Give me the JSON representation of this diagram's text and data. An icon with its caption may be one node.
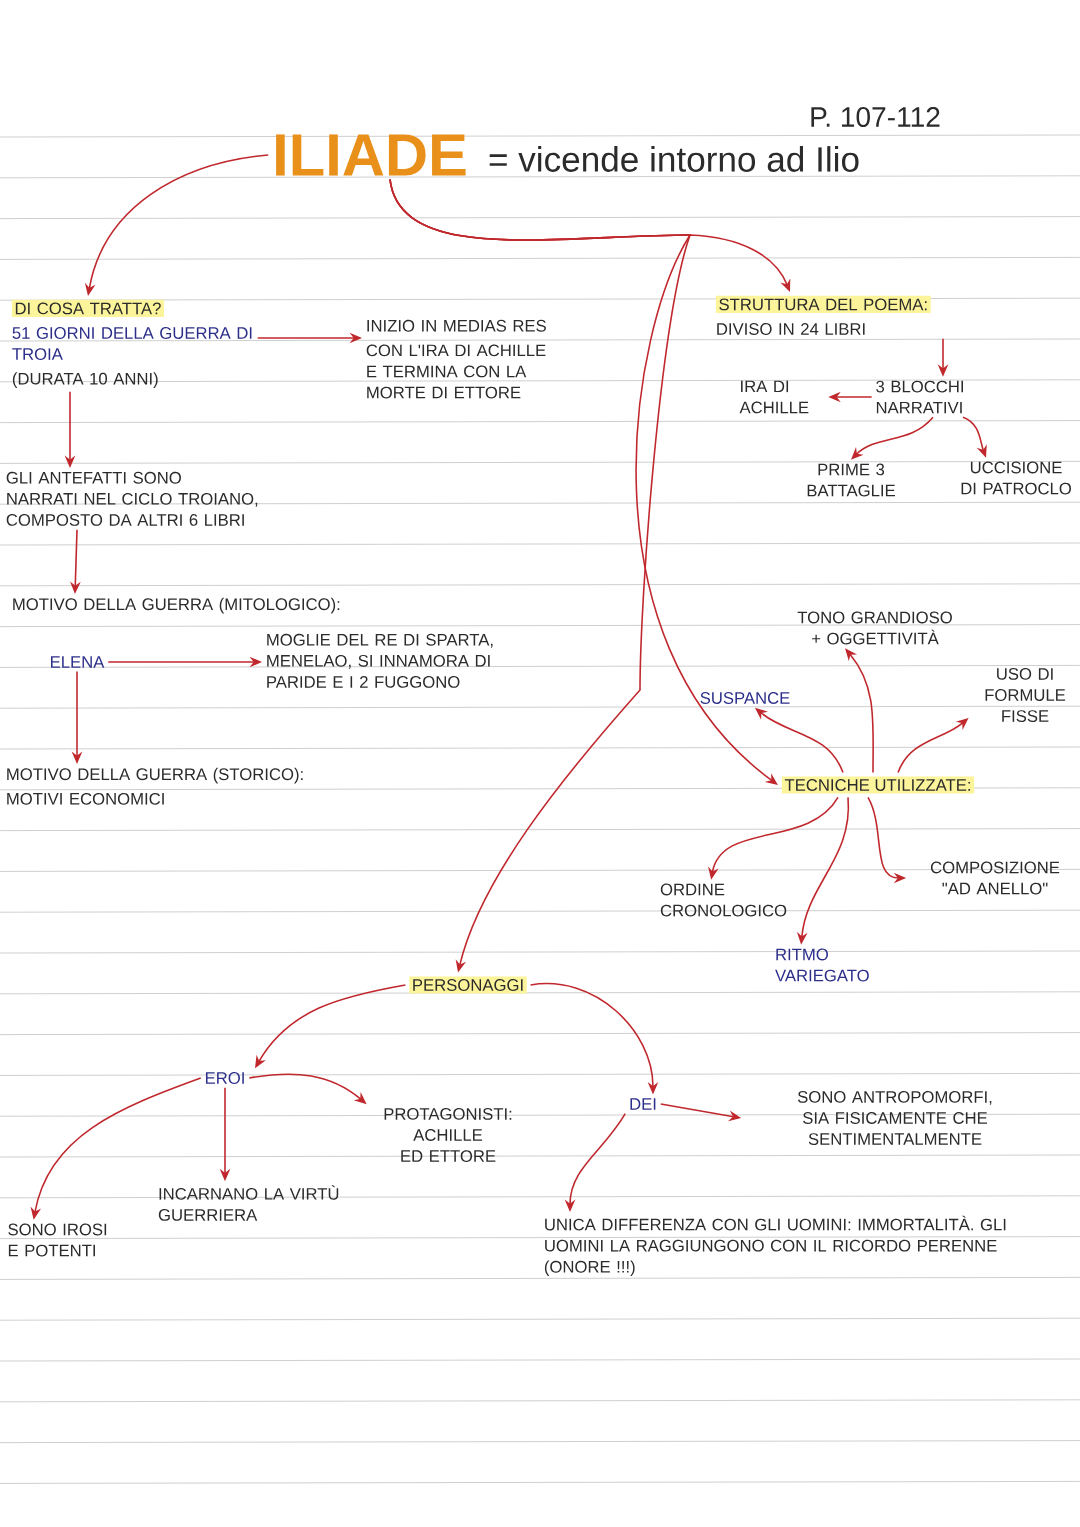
{
  "diagram": {
    "nodes": [
      {
        "text": [
          "ILIADE"
        ],
        "beside": [
          "= vicende intorno ad Ilio"
        ]
      },
      {
        "text": [
          "DI COSA TRATTA?",
          "51 GIORNI DELLA GUERRA DI TROIA",
          "(DURATA 10 ANNI)"
        ]
      },
      {
        "text": [
          "INIZIO IN MEDIAS RES",
          "CON L'IRA DI ACHILLE E TERMINA CON LA MORTE DI ETTORE"
        ]
      },
      {
        "text": [
          "GLI ANTEFATTI SONO NARRATI NEL CICLO TROIANO, COMPOSTO DA ALTRI 6 LIBRI"
        ]
      },
      {
        "text": [
          "MOTIVO DELLA GUERRA (MITOLOGICO):"
        ]
      },
      {
        "text": [
          "ELENA"
        ]
      },
      {
        "text": [
          "MOGLIE DEL RE DI SPARTA, MENELAO, SI INNAMORA DI PARIDE E I 2 FUGGONO"
        ]
      },
      {
        "text": [
          "MOTIVO DELLA GUERRA (STORICO):",
          "MOTIVI ECONOMICI"
        ]
      },
      {
        "text": [
          "STRUTTURA DEL POEMA:",
          "DIVISO IN 24 LIBRI"
        ]
      },
      {
        "text": [
          "3 BLOCCHI NARRATIVI"
        ]
      },
      {
        "text": [
          "IRA DI ACHILLE"
        ]
      },
      {
        "text": [
          "PRIME 3 BATTAGLIE"
        ]
      },
      {
        "text": [
          "UCCISIONE DI PATROCLO"
        ]
      },
      {
        "text": [
          "TECNICHE UTILIZZATE:"
        ]
      },
      {
        "text": [
          "TONO GRANDIOSO + OGGETTIVITÀ"
        ]
      },
      {
        "text": [
          "SUSPANCE"
        ]
      },
      {
        "text": [
          "USO DI FORMULE FISSE"
        ]
      },
      {
        "text": [
          "ORDINE CRONOLOGICO"
        ]
      },
      {
        "text": [
          "RITMO VARIEGATO"
        ]
      },
      {
        "text": [
          "COMPOSIZIONE \"AD ANELLO\""
        ]
      },
      {
        "text": [
          "PERSONAGGI"
        ]
      },
      {
        "text": [
          "EROI"
        ]
      },
      {
        "text": [
          "PROTAGONISTI: ACHILLE ED ETTORE"
        ]
      },
      {
        "text": [
          "SONO IROSI E POTENTI"
        ]
      },
      {
        "text": [
          "INCARNANO LA VIRTÙ GUERRIERA"
        ]
      },
      {
        "text": [
          "DEI"
        ]
      },
      {
        "text": [
          "SONO ANTROPOMORFI, SIA FISICAMENTE CHE SENTIMENTALMENTE"
        ]
      },
      {
        "text": [
          "UNICA DIFFERENZA CON GLI UOMINI: IMMORTALITÀ. GLI UOMINI LA RAGGIUNGONO CON IL RICORDO PERENNE (ONORE !!!)"
        ]
      }
    ],
    "edges": [
      {
        "from": 0,
        "to": 1,
        "arrow": "to"
      },
      {
        "from": 0,
        "to": 8,
        "arrow": "to"
      },
      {
        "from": 0,
        "to": 13,
        "arrow": "to"
      },
      {
        "from": 0,
        "to": 20,
        "arrow": "to"
      },
      {
        "from": 1,
        "to": 2,
        "arrow": "to"
      },
      {
        "from": 1,
        "to": 3,
        "arrow": "to"
      },
      {
        "from": 3,
        "to": 4,
        "arrow": "to"
      },
      {
        "from": 5,
        "to": 6,
        "arrow": "to"
      },
      {
        "from": 5,
        "to": 7,
        "arrow": "to"
      },
      {
        "from": 8,
        "to": 9,
        "arrow": "to"
      },
      {
        "from": 9,
        "to": 10,
        "arrow": "to"
      },
      {
        "from": 9,
        "to": 11,
        "arrow": "to"
      },
      {
        "from": 9,
        "to": 12,
        "arrow": "to"
      },
      {
        "from": 13,
        "to": 14,
        "arrow": "to"
      },
      {
        "from": 13,
        "to": 15,
        "arrow": "to"
      },
      {
        "from": 13,
        "to": 16,
        "arrow": "to"
      },
      {
        "from": 13,
        "to": 17,
        "arrow": "to"
      },
      {
        "from": 13,
        "to": 18,
        "arrow": "to"
      },
      {
        "from": 13,
        "to": 19,
        "arrow": "to"
      },
      {
        "from": 20,
        "to": 21,
        "arrow": "to"
      },
      {
        "from": 20,
        "to": 25,
        "arrow": "to"
      },
      {
        "from": 21,
        "to": 22,
        "arrow": "to"
      },
      {
        "from": 21,
        "to": 23,
        "arrow": "to"
      },
      {
        "from": 21,
        "to": 24,
        "arrow": "to"
      },
      {
        "from": 25,
        "to": 26,
        "arrow": "to"
      },
      {
        "from": 25,
        "to": 27,
        "arrow": "to"
      }
    ],
    "labels": [
      "P. 107-112"
    ]
  }
}
